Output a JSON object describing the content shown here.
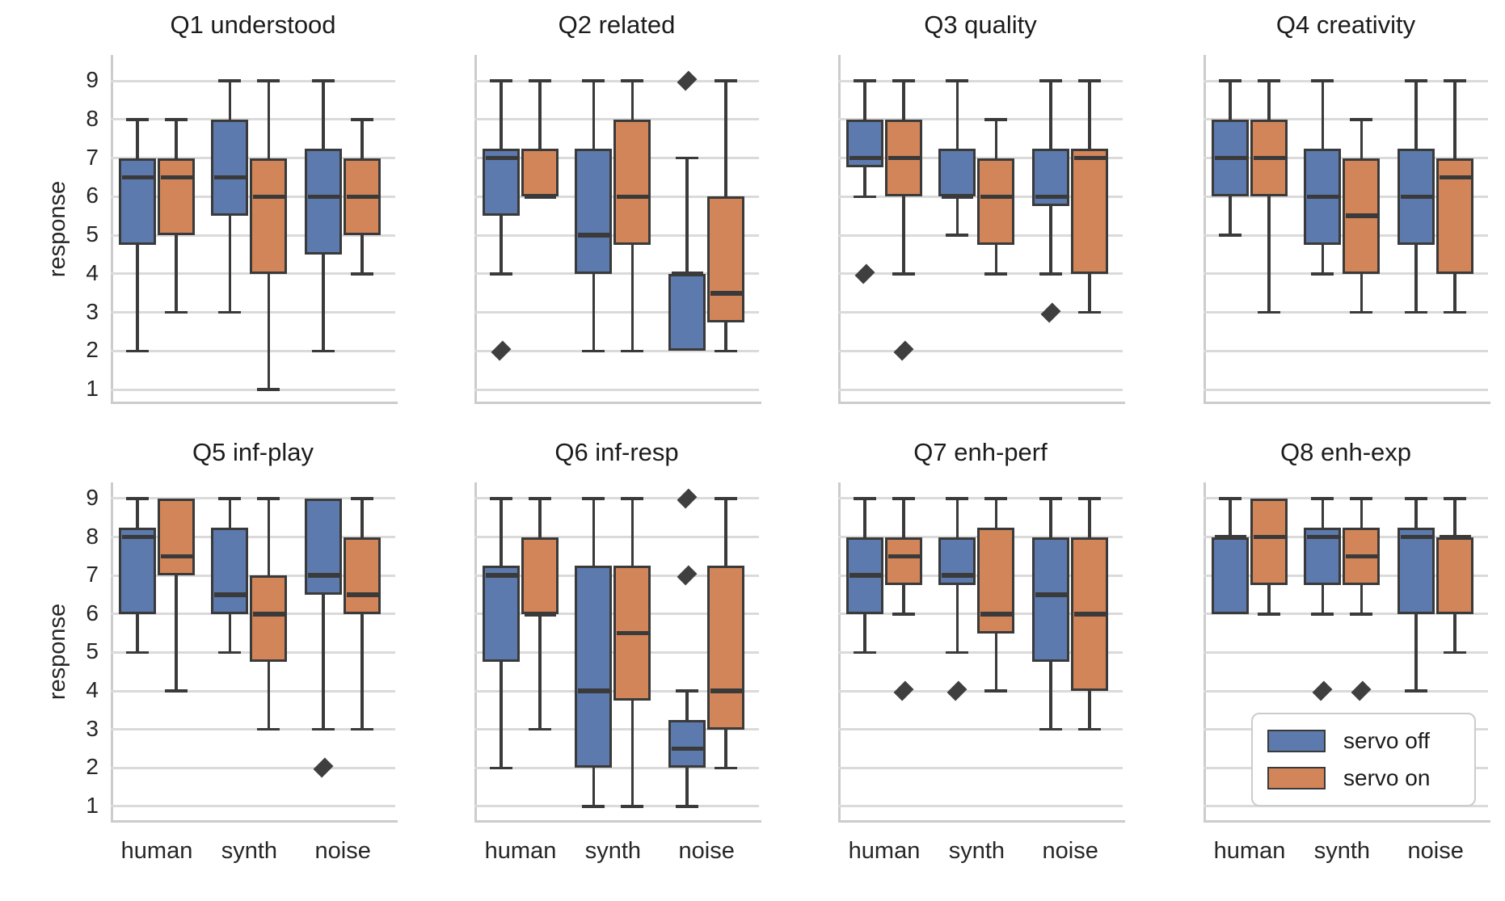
{
  "figure": {
    "ylabel": "response",
    "x_categories": [
      "human",
      "synth",
      "noise"
    ],
    "y_ticks": [
      "9",
      "8",
      "7",
      "6",
      "5",
      "4",
      "3",
      "2",
      "1"
    ],
    "y_range": [
      1,
      9
    ],
    "grid": "horizontal-whitegrid",
    "colors": {
      "servo_off": "#5c7aad",
      "servo_on": "#d28558",
      "box_edge": "#3a3a3a",
      "outlier": "#3f3f3f"
    },
    "legend": {
      "position": "lower right of Q8 panel",
      "items": [
        {
          "key": "servo_off",
          "label": "servo off",
          "color": "#5c7aad"
        },
        {
          "key": "servo_on",
          "label": "servo on",
          "color": "#d28558"
        }
      ]
    }
  },
  "chart_data": [
    {
      "type": "box",
      "title": "Q1 understood",
      "row": 0,
      "col": 0,
      "groups": [
        {
          "category": "human",
          "servo_off": {
            "whislo": 2,
            "q1": 4.75,
            "med": 6.5,
            "q3": 7,
            "whishi": 8,
            "outliers": []
          },
          "servo_on": {
            "whislo": 3,
            "q1": 5,
            "med": 6.5,
            "q3": 7,
            "whishi": 8,
            "outliers": []
          }
        },
        {
          "category": "synth",
          "servo_off": {
            "whislo": 3,
            "q1": 5.5,
            "med": 6.5,
            "q3": 8,
            "whishi": 9,
            "outliers": []
          },
          "servo_on": {
            "whislo": 1,
            "q1": 4,
            "med": 6,
            "q3": 7,
            "whishi": 9,
            "outliers": []
          }
        },
        {
          "category": "noise",
          "servo_off": {
            "whislo": 2,
            "q1": 4.5,
            "med": 6,
            "q3": 7.25,
            "whishi": 9,
            "outliers": []
          },
          "servo_on": {
            "whislo": 4,
            "q1": 5,
            "med": 6,
            "q3": 7,
            "whishi": 8,
            "outliers": []
          }
        }
      ]
    },
    {
      "type": "box",
      "title": "Q2 related",
      "row": 0,
      "col": 1,
      "groups": [
        {
          "category": "human",
          "servo_off": {
            "whislo": 4,
            "q1": 5.5,
            "med": 7,
            "q3": 7.25,
            "whishi": 9,
            "outliers": [
              2
            ]
          },
          "servo_on": {
            "whislo": 6,
            "q1": 6,
            "med": 6,
            "q3": 7.25,
            "whishi": 9,
            "outliers": []
          }
        },
        {
          "category": "synth",
          "servo_off": {
            "whislo": 2,
            "q1": 4,
            "med": 5,
            "q3": 7.25,
            "whishi": 9,
            "outliers": []
          },
          "servo_on": {
            "whislo": 2,
            "q1": 4.75,
            "med": 6,
            "q3": 8,
            "whishi": 9,
            "outliers": []
          }
        },
        {
          "category": "noise",
          "servo_off": {
            "whislo": 2,
            "q1": 2,
            "med": 4,
            "q3": 4,
            "whishi": 7,
            "outliers": [
              9
            ]
          },
          "servo_on": {
            "whislo": 2,
            "q1": 2.75,
            "med": 3.5,
            "q3": 6,
            "whishi": 9,
            "outliers": []
          }
        }
      ]
    },
    {
      "type": "box",
      "title": "Q3 quality",
      "row": 0,
      "col": 2,
      "groups": [
        {
          "category": "human",
          "servo_off": {
            "whislo": 6,
            "q1": 6.75,
            "med": 7,
            "q3": 8,
            "whishi": 9,
            "outliers": [
              4
            ]
          },
          "servo_on": {
            "whislo": 4,
            "q1": 6,
            "med": 7,
            "q3": 8,
            "whishi": 9,
            "outliers": [
              2
            ]
          }
        },
        {
          "category": "synth",
          "servo_off": {
            "whislo": 5,
            "q1": 6,
            "med": 6,
            "q3": 7.25,
            "whishi": 9,
            "outliers": []
          },
          "servo_on": {
            "whislo": 4,
            "q1": 4.75,
            "med": 6,
            "q3": 7,
            "whishi": 8,
            "outliers": []
          }
        },
        {
          "category": "noise",
          "servo_off": {
            "whislo": 4,
            "q1": 5.75,
            "med": 6,
            "q3": 7.25,
            "whishi": 9,
            "outliers": [
              3
            ]
          },
          "servo_on": {
            "whislo": 3,
            "q1": 4,
            "med": 7,
            "q3": 7.25,
            "whishi": 9,
            "outliers": []
          }
        }
      ]
    },
    {
      "type": "box",
      "title": "Q4 creativity",
      "row": 0,
      "col": 3,
      "groups": [
        {
          "category": "human",
          "servo_off": {
            "whislo": 5,
            "q1": 6,
            "med": 7,
            "q3": 8,
            "whishi": 9,
            "outliers": []
          },
          "servo_on": {
            "whislo": 3,
            "q1": 6,
            "med": 7,
            "q3": 8,
            "whishi": 9,
            "outliers": []
          }
        },
        {
          "category": "synth",
          "servo_off": {
            "whislo": 4,
            "q1": 4.75,
            "med": 6,
            "q3": 7.25,
            "whishi": 9,
            "outliers": []
          },
          "servo_on": {
            "whislo": 3,
            "q1": 4,
            "med": 5.5,
            "q3": 7,
            "whishi": 8,
            "outliers": []
          }
        },
        {
          "category": "noise",
          "servo_off": {
            "whislo": 3,
            "q1": 4.75,
            "med": 6,
            "q3": 7.25,
            "whishi": 9,
            "outliers": []
          },
          "servo_on": {
            "whislo": 3,
            "q1": 4,
            "med": 6.5,
            "q3": 7,
            "whishi": 9,
            "outliers": []
          }
        }
      ]
    },
    {
      "type": "box",
      "title": "Q5 inf-play",
      "row": 1,
      "col": 0,
      "groups": [
        {
          "category": "human",
          "servo_off": {
            "whislo": 5,
            "q1": 6,
            "med": 8,
            "q3": 8.25,
            "whishi": 9,
            "outliers": []
          },
          "servo_on": {
            "whislo": 4,
            "q1": 7,
            "med": 7.5,
            "q3": 9,
            "whishi": 9,
            "outliers": []
          }
        },
        {
          "category": "synth",
          "servo_off": {
            "whislo": 5,
            "q1": 6,
            "med": 6.5,
            "q3": 8.25,
            "whishi": 9,
            "outliers": []
          },
          "servo_on": {
            "whislo": 3,
            "q1": 4.75,
            "med": 6,
            "q3": 7,
            "whishi": 9,
            "outliers": []
          }
        },
        {
          "category": "noise",
          "servo_off": {
            "whislo": 3,
            "q1": 6.5,
            "med": 7,
            "q3": 9,
            "whishi": 9,
            "outliers": [
              2
            ]
          },
          "servo_on": {
            "whislo": 3,
            "q1": 6,
            "med": 6.5,
            "q3": 8,
            "whishi": 9,
            "outliers": []
          }
        }
      ]
    },
    {
      "type": "box",
      "title": "Q6 inf-resp",
      "row": 1,
      "col": 1,
      "groups": [
        {
          "category": "human",
          "servo_off": {
            "whislo": 2,
            "q1": 4.75,
            "med": 7,
            "q3": 7.25,
            "whishi": 9,
            "outliers": []
          },
          "servo_on": {
            "whislo": 3,
            "q1": 6,
            "med": 6,
            "q3": 8,
            "whishi": 9,
            "outliers": []
          }
        },
        {
          "category": "synth",
          "servo_off": {
            "whislo": 1,
            "q1": 2,
            "med": 4,
            "q3": 7.25,
            "whishi": 9,
            "outliers": []
          },
          "servo_on": {
            "whislo": 1,
            "q1": 3.75,
            "med": 5.5,
            "q3": 7.25,
            "whishi": 9,
            "outliers": []
          }
        },
        {
          "category": "noise",
          "servo_off": {
            "whislo": 1,
            "q1": 2,
            "med": 2.5,
            "q3": 3.25,
            "whishi": 4,
            "outliers": [
              7,
              9
            ]
          },
          "servo_on": {
            "whislo": 2,
            "q1": 3,
            "med": 4,
            "q3": 7.25,
            "whishi": 9,
            "outliers": []
          }
        }
      ]
    },
    {
      "type": "box",
      "title": "Q7 enh-perf",
      "row": 1,
      "col": 2,
      "groups": [
        {
          "category": "human",
          "servo_off": {
            "whislo": 5,
            "q1": 6,
            "med": 7,
            "q3": 8,
            "whishi": 9,
            "outliers": []
          },
          "servo_on": {
            "whislo": 6,
            "q1": 6.75,
            "med": 7.5,
            "q3": 8,
            "whishi": 9,
            "outliers": [
              4
            ]
          }
        },
        {
          "category": "synth",
          "servo_off": {
            "whislo": 5,
            "q1": 6.75,
            "med": 7,
            "q3": 8,
            "whishi": 9,
            "outliers": [
              4
            ]
          },
          "servo_on": {
            "whislo": 4,
            "q1": 5.5,
            "med": 6,
            "q3": 8.25,
            "whishi": 9,
            "outliers": []
          }
        },
        {
          "category": "noise",
          "servo_off": {
            "whislo": 3,
            "q1": 4.75,
            "med": 6.5,
            "q3": 8,
            "whishi": 9,
            "outliers": []
          },
          "servo_on": {
            "whislo": 3,
            "q1": 4,
            "med": 6,
            "q3": 8,
            "whishi": 9,
            "outliers": []
          }
        }
      ]
    },
    {
      "type": "box",
      "title": "Q8 enh-exp",
      "row": 1,
      "col": 3,
      "groups": [
        {
          "category": "human",
          "servo_off": {
            "whislo": 6,
            "q1": 6,
            "med": 8,
            "q3": 8,
            "whishi": 9,
            "outliers": []
          },
          "servo_on": {
            "whislo": 6,
            "q1": 6.75,
            "med": 8,
            "q3": 9,
            "whishi": 9,
            "outliers": []
          }
        },
        {
          "category": "synth",
          "servo_off": {
            "whislo": 6,
            "q1": 6.75,
            "med": 8,
            "q3": 8.25,
            "whishi": 9,
            "outliers": [
              4
            ]
          },
          "servo_on": {
            "whislo": 6,
            "q1": 6.75,
            "med": 7.5,
            "q3": 8.25,
            "whishi": 9,
            "outliers": [
              4
            ]
          }
        },
        {
          "category": "noise",
          "servo_off": {
            "whislo": 4,
            "q1": 6,
            "med": 8,
            "q3": 8.25,
            "whishi": 9,
            "outliers": []
          },
          "servo_on": {
            "whislo": 5,
            "q1": 6,
            "med": 8,
            "q3": 8,
            "whishi": 9,
            "outliers": []
          }
        }
      ]
    }
  ]
}
